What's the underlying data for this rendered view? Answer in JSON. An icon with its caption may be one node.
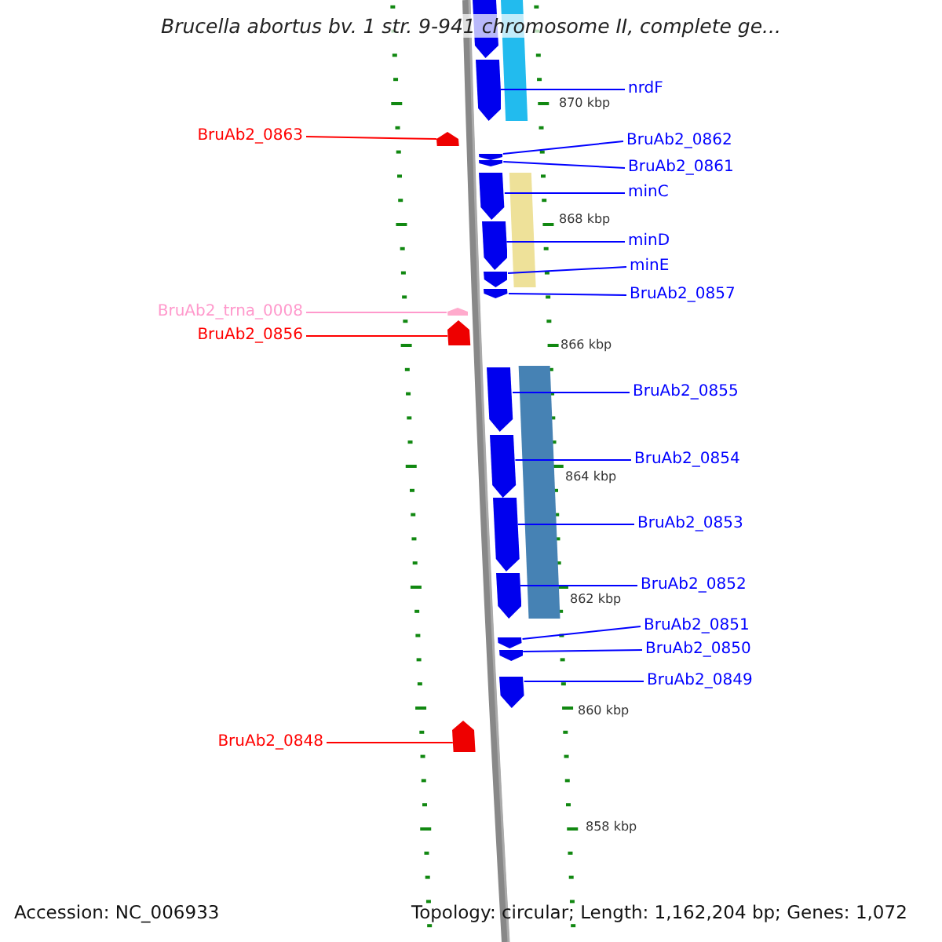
{
  "diagram": {
    "title": "Brucella abortus bv. 1 str. 9-941 chromosome II, complete ge...",
    "nodes": [
      {
        "text": [
          "nrdF"
        ]
      },
      {
        "text": [
          "BruAb2_0863"
        ]
      },
      {
        "text": [
          "BruAb2_0862"
        ]
      },
      {
        "text": [
          "BruAb2_0861"
        ]
      },
      {
        "text": [
          "minC"
        ]
      },
      {
        "text": [
          "minD"
        ]
      },
      {
        "text": [
          "minE"
        ]
      },
      {
        "text": [
          "BruAb2_0857"
        ]
      },
      {
        "text": [
          "BruAb2_trna_0008"
        ]
      },
      {
        "text": [
          "BruAb2_0856"
        ]
      },
      {
        "text": [
          "BruAb2_0855"
        ]
      },
      {
        "text": [
          "BruAb2_0854"
        ]
      },
      {
        "text": [
          "BruAb2_0853"
        ]
      },
      {
        "text": [
          "BruAb2_0852"
        ]
      },
      {
        "text": [
          "BruAb2_0851"
        ]
      },
      {
        "text": [
          "BruAb2_0850"
        ]
      },
      {
        "text": [
          "BruAb2_0849"
        ]
      },
      {
        "text": [
          "BruAb2_0848"
        ]
      },
      {
        "text": [],
        "shape": "pentagon"
      },
      {
        "text": [],
        "shape": "pentagon"
      },
      {
        "text": [],
        "shape": "pentagon"
      },
      {
        "text": [],
        "shape": "pentagon"
      },
      {
        "text": [],
        "shape": "pentagon"
      },
      {
        "text": [],
        "shape": "pentagon"
      },
      {
        "text": [],
        "shape": "pentagon"
      },
      {
        "text": [],
        "shape": "pentagon"
      },
      {
        "text": [],
        "shape": "pentagon"
      },
      {
        "text": [],
        "shape": "pentagon"
      },
      {
        "text": [],
        "shape": "pentagon"
      },
      {
        "text": [],
        "shape": "pentagon"
      },
      {
        "text": [],
        "shape": "pentagon"
      },
      {
        "text": [],
        "shape": "pentagon"
      },
      {
        "text": [],
        "shape": "pentagon"
      },
      {
        "text": [],
        "shape": "pentagon"
      },
      {
        "text": [],
        "shape": "pentagon"
      },
      {
        "text": [],
        "shape": "pentagon"
      }
    ],
    "edges": [
      {
        "from": 0,
        "to": 18,
        "arrow": "none"
      },
      {
        "from": 1,
        "to": 19,
        "arrow": "none",
        "color": "#ff0000"
      },
      {
        "from": 2,
        "to": 20,
        "arrow": "none"
      },
      {
        "from": 3,
        "to": 21,
        "arrow": "none"
      },
      {
        "from": 4,
        "to": 22,
        "arrow": "none"
      },
      {
        "from": 5,
        "to": 23,
        "arrow": "none"
      },
      {
        "from": 6,
        "to": 24,
        "arrow": "none"
      },
      {
        "from": 7,
        "to": 25,
        "arrow": "none"
      },
      {
        "from": 8,
        "to": 26,
        "arrow": "none",
        "color": "#ff99cc"
      },
      {
        "from": 9,
        "to": 27,
        "arrow": "none",
        "color": "#ff0000"
      },
      {
        "from": 10,
        "to": 28,
        "arrow": "none"
      },
      {
        "from": 11,
        "to": 29,
        "arrow": "none"
      },
      {
        "from": 12,
        "to": 30,
        "arrow": "none"
      },
      {
        "from": 13,
        "to": 31,
        "arrow": "none"
      },
      {
        "from": 14,
        "to": 32,
        "arrow": "none"
      },
      {
        "from": 15,
        "to": 33,
        "arrow": "none"
      },
      {
        "from": 16,
        "to": 34,
        "arrow": "none"
      },
      {
        "from": 17,
        "to": 35,
        "arrow": "none",
        "color": "#ff0000"
      }
    ],
    "labels": [
      "870 kbp",
      "868 kbp",
      "866 kbp",
      "864 kbp",
      "862 kbp",
      "860 kbp",
      "858 kbp",
      "Accession: NC_006933",
      "Topology: circular; Length: 1,162,204 bp; Genes: 1,072"
    ]
  }
}
